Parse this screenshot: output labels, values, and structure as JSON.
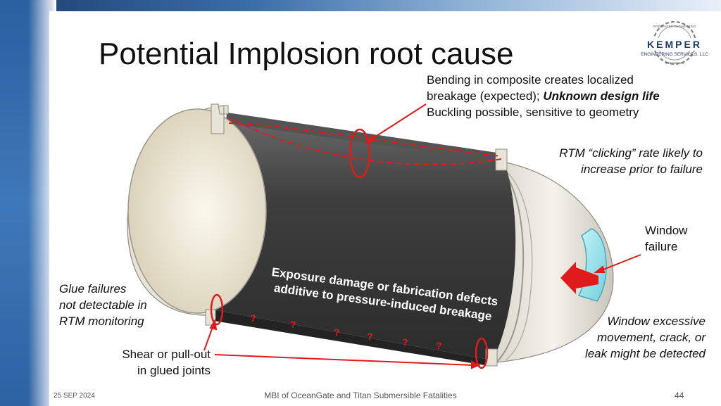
{
  "title": "Potential Implosion root cause",
  "logo": {
    "name": "KEMPER",
    "sub": "ENGINEERING SERVICES, LLC",
    "arc_top": "INTEGRATED ENGINEERING",
    "arc_bottom": "AND DESIGN"
  },
  "annotations": {
    "bending": {
      "line1": "Bending in composite creates localized",
      "line2_plain": "breakage (expected); ",
      "line2_bold": "Unknown design life",
      "line3": "Buckling possible, sensitive to geometry"
    },
    "rtm": {
      "line1": "RTM “clicking” rate likely to",
      "line2": "increase prior to failure"
    },
    "window_failure": {
      "line1": "Window",
      "line2": "failure"
    },
    "glue": {
      "line1": "Glue failures",
      "line2": "not detectable in",
      "line3": "RTM monitoring"
    },
    "window_excessive": {
      "line1": "Window excessive",
      "line2": "movement, crack, or",
      "line3": "leak might be detected"
    },
    "shear": {
      "line1": "Shear or pull-out",
      "line2": "in glued joints"
    },
    "exposure": {
      "line1": "Exposure damage or fabrication defects",
      "line2": "additive to pressure-induced breakage"
    },
    "question_mark": "?"
  },
  "footer": {
    "date": "25 SEP 2024",
    "center": "MBI of OceanGate and Titan Submersible Fatalities",
    "page": "44"
  },
  "colors": {
    "accent_red": "#e01b1b",
    "hull_dark": "#3f3f3f",
    "titanium": "#ece8dd",
    "window_cyan": "#9fe3ec"
  }
}
